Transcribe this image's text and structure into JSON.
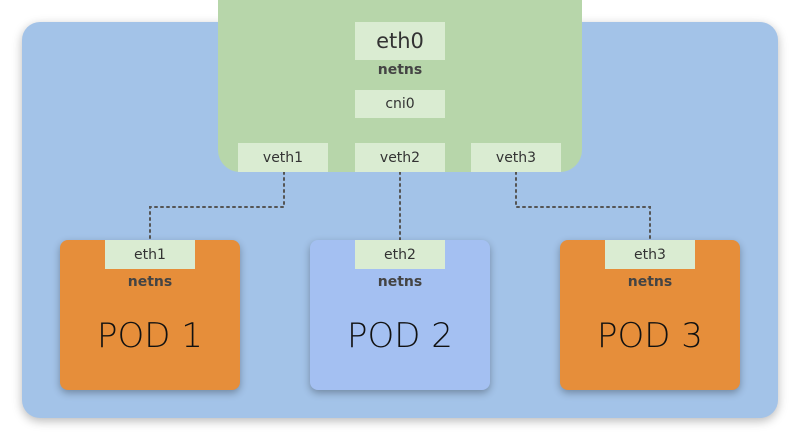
{
  "host": {
    "uplink_label": "eth0",
    "netns_label": "netns",
    "bridge_label": "cni0",
    "veths": [
      "veth1",
      "veth2",
      "veth3"
    ]
  },
  "pods": [
    {
      "iface": "eth1",
      "netns": "netns",
      "title": "POD 1"
    },
    {
      "iface": "eth2",
      "netns": "netns",
      "title": "POD 2"
    },
    {
      "iface": "eth3",
      "netns": "netns",
      "title": "POD 3"
    }
  ],
  "colors": {
    "background": "#a3c3e8",
    "host_netns": "#b7d6aa",
    "label_box": "#daecd2",
    "pod_orange": "#e68e3a",
    "pod_blue": "#a4c0f2",
    "connector": "#555555"
  }
}
